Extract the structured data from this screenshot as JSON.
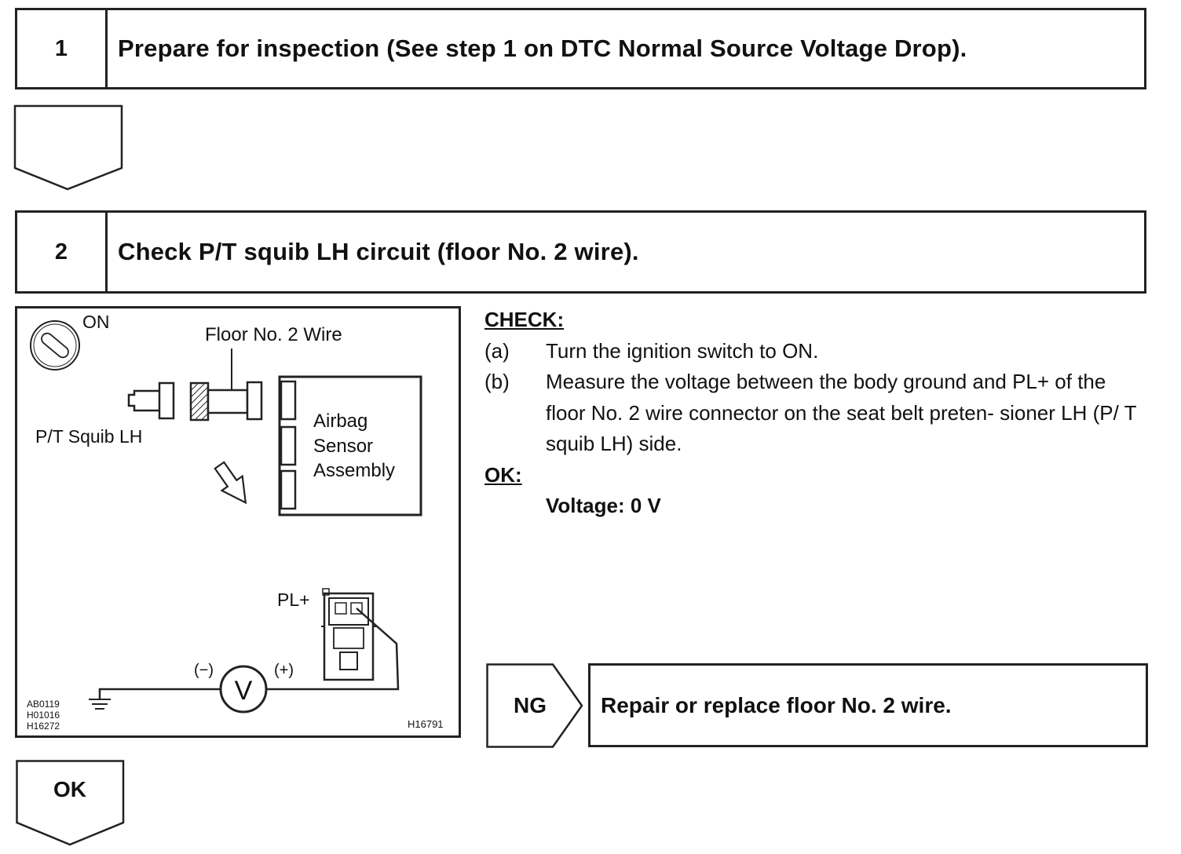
{
  "step1": {
    "number": "1",
    "title": "Prepare for inspection (See step 1 on DTC Normal Source Voltage Drop)."
  },
  "step2": {
    "number": "2",
    "title": "Check P/T squib LH circuit (floor No. 2 wire)."
  },
  "diagram": {
    "ignition_label": "ON",
    "floor_wire_label": "Floor No. 2 Wire",
    "squib_label": "P/T Squib LH",
    "sensor_line1": "Airbag",
    "sensor_line2": "Sensor",
    "sensor_line3": "Assembly",
    "pl_plus_label": "PL+",
    "neg_label": "(−)",
    "pos_label": "(+)",
    "voltmeter_symbol": "V",
    "ref_code1": "AB0119",
    "ref_code2": "H01016",
    "ref_code3": "H16272",
    "figure_id": "H16791"
  },
  "check": {
    "heading": "CHECK:",
    "item_a_label": "(a)",
    "item_a_text": "Turn the ignition switch to ON.",
    "item_b_label": "(b)",
    "item_b_text": "Measure the voltage between the body ground and PL+ of the floor No. 2 wire connector on the seat belt preten- sioner LH (P/ T squib LH) side.",
    "ok_heading": "OK:",
    "ok_value": "Voltage: 0 V"
  },
  "result": {
    "ng_label": "NG",
    "ng_action": "Repair or replace floor No. 2 wire.",
    "ok_label": "OK"
  }
}
